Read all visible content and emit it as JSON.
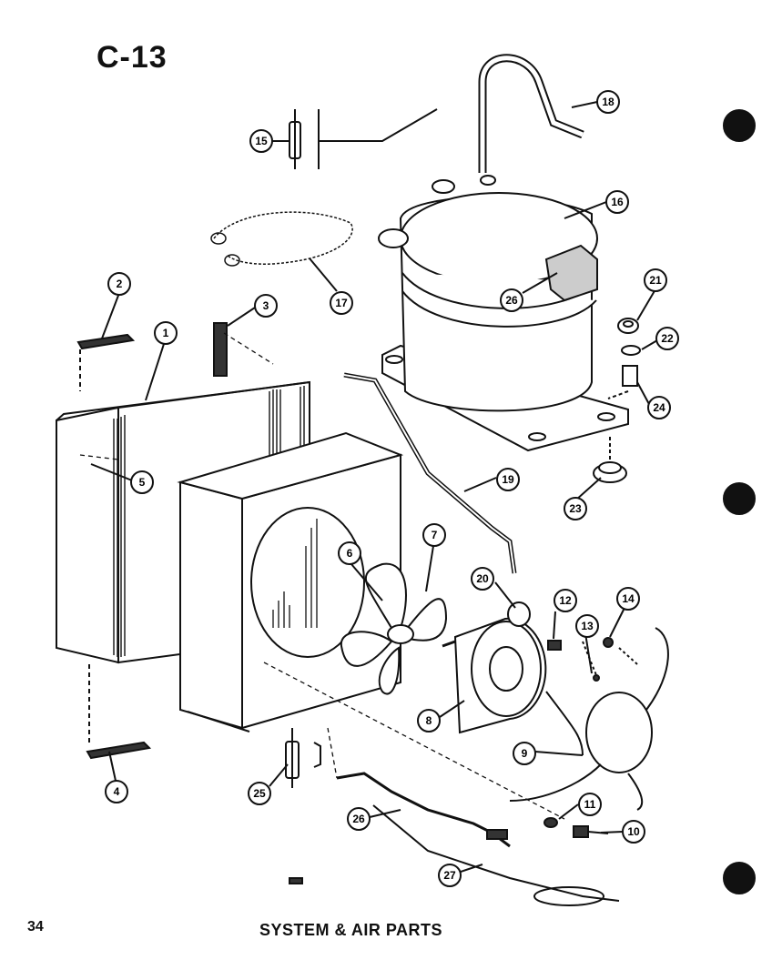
{
  "page_code": "C-13",
  "page_number": "34",
  "footer_title": "SYSTEM & AIR PARTS",
  "callouts": [
    {
      "id": "c1",
      "label": "1"
    },
    {
      "id": "c2",
      "label": "2"
    },
    {
      "id": "c3",
      "label": "3"
    },
    {
      "id": "c4",
      "label": "4"
    },
    {
      "id": "c5",
      "label": "5"
    },
    {
      "id": "c6",
      "label": "6"
    },
    {
      "id": "c7",
      "label": "7"
    },
    {
      "id": "c8",
      "label": "8"
    },
    {
      "id": "c9",
      "label": "9"
    },
    {
      "id": "c10",
      "label": "10"
    },
    {
      "id": "c11",
      "label": "11"
    },
    {
      "id": "c12",
      "label": "12"
    },
    {
      "id": "c13",
      "label": "13"
    },
    {
      "id": "c14",
      "label": "14"
    },
    {
      "id": "c15",
      "label": "15"
    },
    {
      "id": "c16",
      "label": "16"
    },
    {
      "id": "c17",
      "label": "17"
    },
    {
      "id": "c18",
      "label": "18"
    },
    {
      "id": "c19",
      "label": "19"
    },
    {
      "id": "c20",
      "label": "20"
    },
    {
      "id": "c21",
      "label": "21"
    },
    {
      "id": "c22",
      "label": "22"
    },
    {
      "id": "c23",
      "label": "23"
    },
    {
      "id": "c24",
      "label": "24"
    },
    {
      "id": "c25",
      "label": "25"
    },
    {
      "id": "c26a",
      "label": "26"
    },
    {
      "id": "c26b",
      "label": "26"
    },
    {
      "id": "c27",
      "label": "27"
    }
  ]
}
